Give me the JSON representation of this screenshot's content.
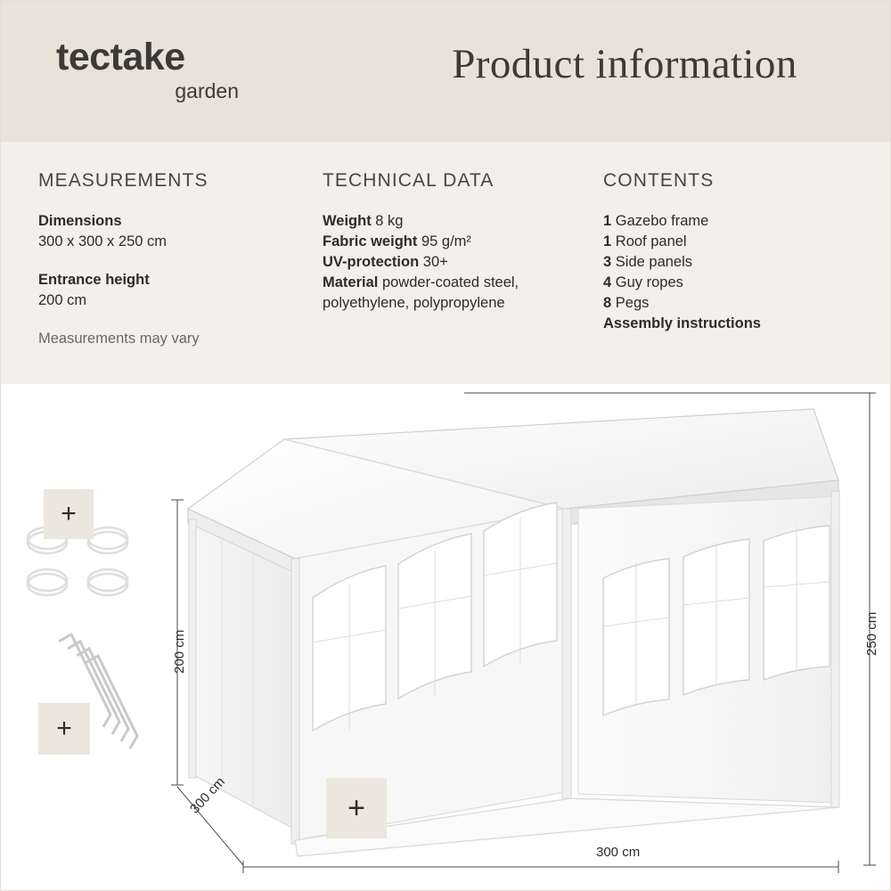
{
  "brand": {
    "name": "tectake",
    "sub": "garden"
  },
  "header": {
    "title": "Product information"
  },
  "columns": {
    "measurements": {
      "heading": "MEASUREMENTS",
      "rows": [
        {
          "label": "Dimensions",
          "value": ""
        },
        {
          "label": "",
          "value": "300 x 300 x 250 cm"
        },
        {
          "label": "Entrance height",
          "value": ""
        },
        {
          "label": "",
          "value": "200 cm"
        }
      ],
      "note": "Measurements may vary"
    },
    "technical": {
      "heading": "TECHNICAL DATA",
      "rows": [
        {
          "label": "Weight",
          "value": "8 kg"
        },
        {
          "label": "Fabric weight",
          "value": "95 g/m²"
        },
        {
          "label": "UV-protection",
          "value": "30+"
        },
        {
          "label": "Material",
          "value": "powder-coated steel,"
        },
        {
          "label": "",
          "value": "polyethylene, polypropylene"
        }
      ]
    },
    "contents": {
      "heading": "CONTENTS",
      "items": [
        {
          "qty": "1",
          "text": "Gazebo frame"
        },
        {
          "qty": "1",
          "text": "Roof panel"
        },
        {
          "qty": "3",
          "text": "Side panels"
        },
        {
          "qty": "4",
          "text": "Guy ropes"
        },
        {
          "qty": "8",
          "text": "Pegs"
        },
        {
          "qty": "",
          "text": "Assembly instructions"
        }
      ]
    }
  },
  "diagram": {
    "dimension_labels": {
      "height_left": "200 cm",
      "height_right": "250 cm",
      "depth": "300 cm",
      "width": "300 cm"
    },
    "accessory_badges": {
      "ropes": "+",
      "pegs": "+",
      "floor": "+"
    }
  },
  "colors": {
    "header_band": "#e8e3d9",
    "info_band": "#f3f0ea",
    "badge": "#ece7dd",
    "text": "#2f2b28",
    "muted": "#6e665f"
  }
}
